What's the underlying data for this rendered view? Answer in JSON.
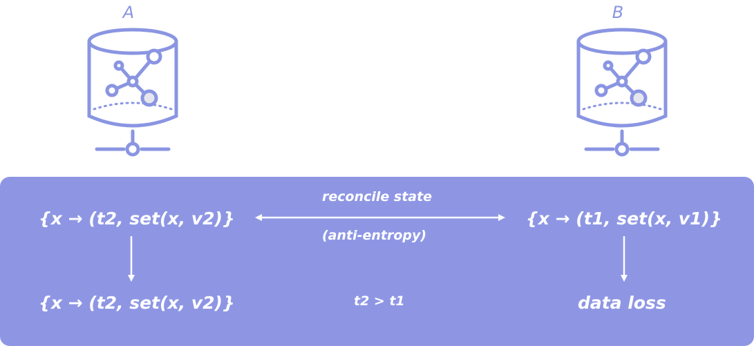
{
  "nodes": [
    {
      "id": "A",
      "label": "A"
    },
    {
      "id": "B",
      "label": "B"
    }
  ],
  "panel": {
    "left_state": "{x → (t2, set(x, v2)}",
    "right_state": "{x → (t1, set(x, v1)}",
    "left_result": "{x → (t2, set(x, v2)}",
    "right_result": "data loss",
    "edge_label_top": "reconcile state",
    "edge_label_bottom": "(anti-entropy)",
    "comparison": "t2 > t1"
  },
  "colors": {
    "accent": "#8e96e4",
    "icon": "#8a95e2",
    "text": "#ffffff"
  }
}
